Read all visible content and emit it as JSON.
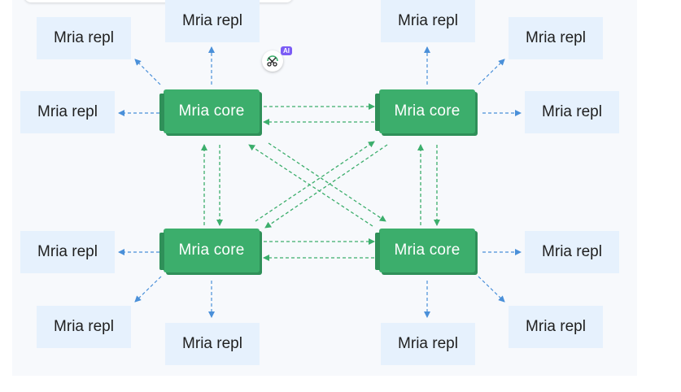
{
  "diagram": {
    "core_label": "Mria core",
    "repl_label": "Mria repl",
    "colors": {
      "core_fill": "#3cae6c",
      "core_shadow": "#2f9059",
      "repl_fill": "#e6f1fd",
      "core_link": "#3cae6c",
      "repl_link": "#4a90d9"
    },
    "cores": [
      {
        "id": "core-top-left",
        "label": "Mria core"
      },
      {
        "id": "core-top-right",
        "label": "Mria core"
      },
      {
        "id": "core-bottom-left",
        "label": "Mria core"
      },
      {
        "id": "core-bottom-right",
        "label": "Mria core"
      }
    ],
    "replicants": [
      {
        "id": "repl-tl-diag",
        "label": "Mria repl",
        "core": "core-top-left"
      },
      {
        "id": "repl-tl-top",
        "label": "Mria repl",
        "core": "core-top-left"
      },
      {
        "id": "repl-tl-left",
        "label": "Mria repl",
        "core": "core-top-left"
      },
      {
        "id": "repl-tr-top",
        "label": "Mria repl",
        "core": "core-top-right"
      },
      {
        "id": "repl-tr-diag",
        "label": "Mria repl",
        "core": "core-top-right"
      },
      {
        "id": "repl-tr-right",
        "label": "Mria repl",
        "core": "core-top-right"
      },
      {
        "id": "repl-bl-left",
        "label": "Mria repl",
        "core": "core-bottom-left"
      },
      {
        "id": "repl-bl-diag",
        "label": "Mria repl",
        "core": "core-bottom-left"
      },
      {
        "id": "repl-bl-bottom",
        "label": "Mria repl",
        "core": "core-bottom-left"
      },
      {
        "id": "repl-br-right",
        "label": "Mria repl",
        "core": "core-bottom-right"
      },
      {
        "id": "repl-br-diag",
        "label": "Mria repl",
        "core": "core-bottom-right"
      },
      {
        "id": "repl-br-bottom",
        "label": "Mria repl",
        "core": "core-bottom-right"
      }
    ]
  },
  "overlay": {
    "tool_icon": "scissors-icon",
    "tool_badge": "AI"
  }
}
